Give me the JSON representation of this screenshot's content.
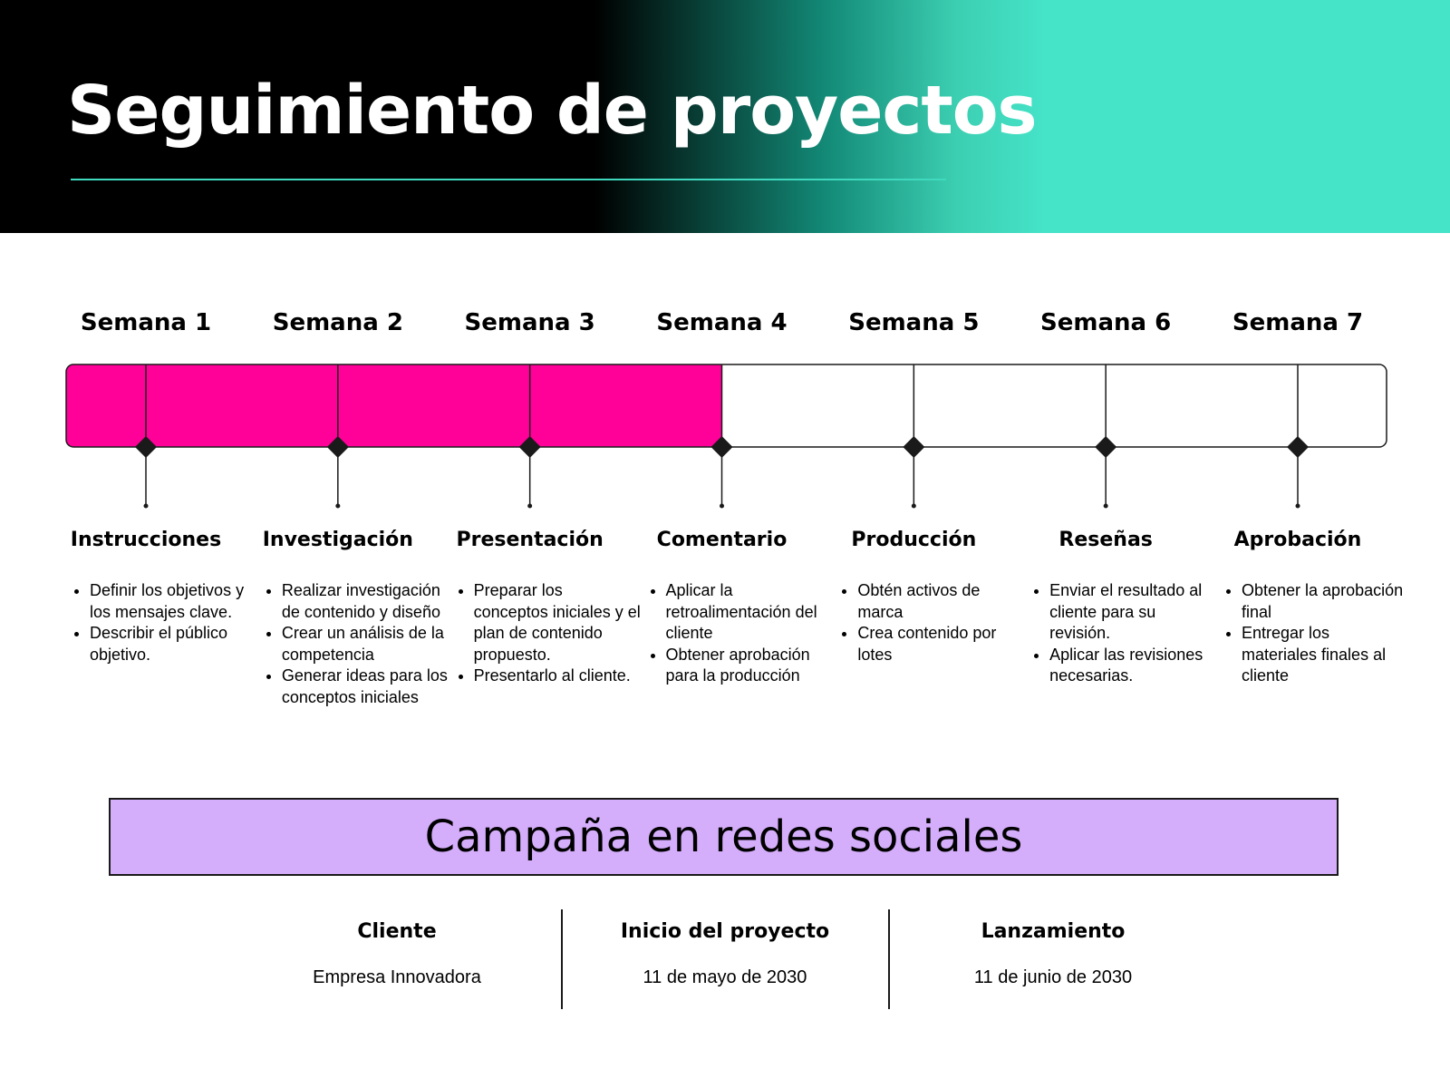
{
  "header": {
    "title": "Seguimiento de proyectos"
  },
  "colors": {
    "progress_fill": "#ff0099",
    "track_fill": "#ffffff",
    "track_border": "#1a1a1a",
    "banner_fill": "#d5aefb",
    "header_dark": "#000000",
    "header_teal": "#45e3c8"
  },
  "timeline": {
    "completed_weeks": 4,
    "weeks": [
      {
        "label": "Semana 1",
        "phase": "Instrucciones",
        "tasks": [
          "Definir los objetivos y los mensajes clave.",
          "Describir el público objetivo."
        ]
      },
      {
        "label": "Semana 2",
        "phase": "Investigación",
        "tasks": [
          "Realizar investigación de contenido y diseño",
          "Crear un análisis de la competencia",
          "Generar ideas para los conceptos iniciales"
        ]
      },
      {
        "label": "Semana 3",
        "phase": "Presentación",
        "tasks": [
          "Preparar los conceptos iniciales y el plan de contenido propuesto.",
          "Presentarlo al cliente."
        ]
      },
      {
        "label": "Semana 4",
        "phase": "Comentario",
        "tasks": [
          "Aplicar la retroalimentación del cliente",
          "Obtener aprobación para la producción"
        ]
      },
      {
        "label": "Semana 5",
        "phase": "Producción",
        "tasks": [
          "Obtén activos de marca",
          "Crea contenido por lotes"
        ]
      },
      {
        "label": "Semana 6",
        "phase": "Reseñas",
        "tasks": [
          "Enviar el resultado al cliente para su revisión.",
          "Aplicar las revisiones necesarias."
        ]
      },
      {
        "label": "Semana 7",
        "phase": "Aprobación",
        "tasks": [
          "Obtener la aprobación final",
          "Entregar los materiales finales al cliente"
        ]
      }
    ]
  },
  "campaign": {
    "title": "Campaña en redes sociales"
  },
  "info": [
    {
      "label": "Cliente",
      "value": "Empresa Innovadora"
    },
    {
      "label": "Inicio del proyecto",
      "value": "11 de mayo de 2030"
    },
    {
      "label": "Lanzamiento",
      "value": "11 de junio de 2030"
    }
  ]
}
